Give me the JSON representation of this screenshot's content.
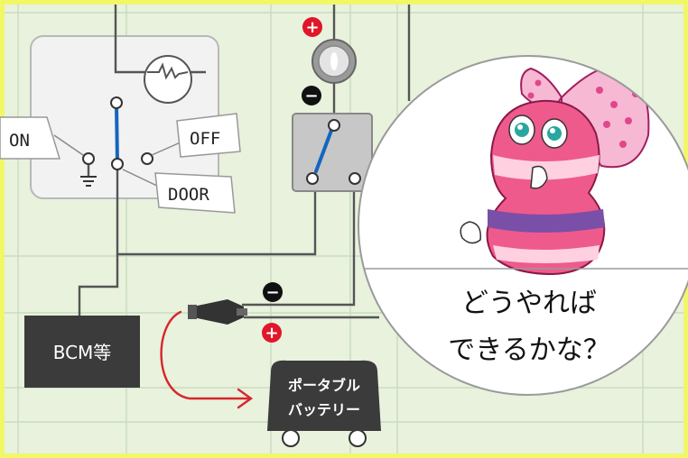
{
  "switch_labels": {
    "on": "ON",
    "off": "OFF",
    "door": "DOOR"
  },
  "bcm_label": "BCM等",
  "battery_label": {
    "line1": "ポータブル",
    "line2": "バッテリー"
  },
  "speech": {
    "line1": "どうやれば",
    "line2": "できるかな？"
  },
  "polarity": {
    "plus": "+",
    "minus": "−"
  },
  "colors": {
    "background": "#f2f766",
    "panel": "#e8f2dc",
    "wire": "#555555",
    "switch_blade": "#1565c0",
    "box": "#3b3b3b",
    "plus_marker": "#e0162b",
    "minus_marker": "#111111",
    "arrow": "#d8262d",
    "mascot_pink": "#ef5a8c",
    "mascot_purple": "#7a4fa8"
  },
  "icons": {
    "bulb": "bulb-icon",
    "ground": "ground-icon",
    "socket": "socket-icon",
    "plug": "cigarette-plug-icon"
  }
}
